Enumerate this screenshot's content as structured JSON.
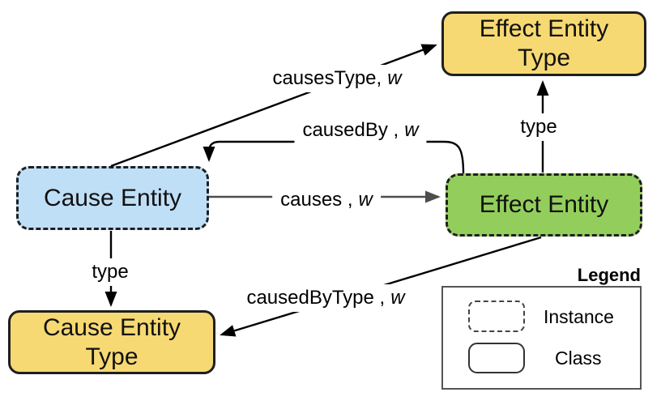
{
  "nodes": {
    "effect_entity_type": {
      "line1": "Effect Entity",
      "line2": "Type"
    },
    "cause_entity": {
      "label": "Cause Entity"
    },
    "effect_entity": {
      "label": "Effect Entity"
    },
    "cause_entity_type": {
      "line1": "Cause Entity",
      "line2": "Type"
    }
  },
  "edges": {
    "causes_type": {
      "name": "causesType,",
      "weight": "w"
    },
    "caused_by": {
      "name": "causedBy ,",
      "weight": "w"
    },
    "causes": {
      "name": "causes ,",
      "weight": "w"
    },
    "type_right": {
      "name": "type"
    },
    "type_left": {
      "name": "type"
    },
    "caused_by_type": {
      "name": "causedByType ,",
      "weight": "w"
    }
  },
  "legend": {
    "title": "Legend",
    "items": [
      {
        "label": "Instance"
      },
      {
        "label": "Class"
      }
    ]
  },
  "colors": {
    "class_fill": "#F6D973",
    "instance_cause_fill": "#BFDFF7",
    "instance_effect_fill": "#93CE5C",
    "node_border": "#1f1f1f",
    "edge_color": "#000000",
    "causes_edge_color": "#4d4d4d",
    "legend_border": "#555555"
  }
}
